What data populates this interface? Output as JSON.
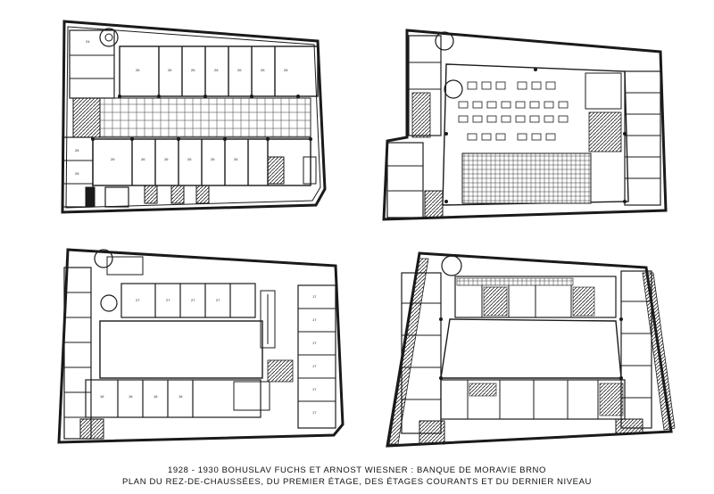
{
  "caption": {
    "line1": "1928 - 1930  BOHUSLAV FUCHS ET ARNOST WIESNER : BANQUE DE MORAVIE BRNO",
    "line2": "PLAN DU  REZ-DE-CHAUSSÉES, DU PREMIER ÉTAGE, DES ÉTAGES COURANTS ET DU DERNIER NIVEAU"
  },
  "plans": [
    {
      "id": "ground",
      "room_labels": [
        "24",
        "26",
        "26",
        "26",
        "26",
        "26",
        "26",
        "26",
        "26",
        "26",
        "26",
        "26",
        "26",
        "26",
        "26",
        "26"
      ]
    },
    {
      "id": "first"
    },
    {
      "id": "typical",
      "room_labels": [
        "27",
        "27",
        "27",
        "27",
        "16",
        "16",
        "16",
        "16",
        "17",
        "17",
        "17",
        "17",
        "17",
        "17"
      ]
    },
    {
      "id": "top"
    }
  ],
  "colors": {
    "ink": "#1a1a1a",
    "paper": "#ffffff",
    "grid": "#444444"
  }
}
